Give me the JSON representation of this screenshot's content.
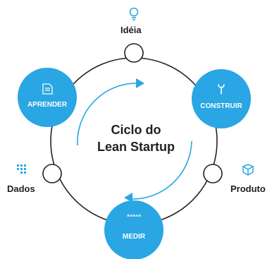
{
  "center": {
    "line1": "Ciclo do",
    "line2": "Lean Startup"
  },
  "stages": [
    {
      "id": "aprender",
      "label": "APRENDER",
      "icon": "document-icon"
    },
    {
      "id": "construir",
      "label": "CONSTRUIR",
      "icon": "wrench-icon"
    },
    {
      "id": "medir",
      "label": "MEDIR",
      "icon": "ruler-icon"
    }
  ],
  "outputs": [
    {
      "id": "ideia",
      "label": "Idéia",
      "icon": "lightbulb-icon"
    },
    {
      "id": "produto",
      "label": "Produto",
      "icon": "cube-icon"
    },
    {
      "id": "dados",
      "label": "Dados",
      "icon": "grid-icon"
    }
  ],
  "colors": {
    "accent": "#29a6e3",
    "ring": "#222222",
    "text": "#1f1f1f"
  }
}
